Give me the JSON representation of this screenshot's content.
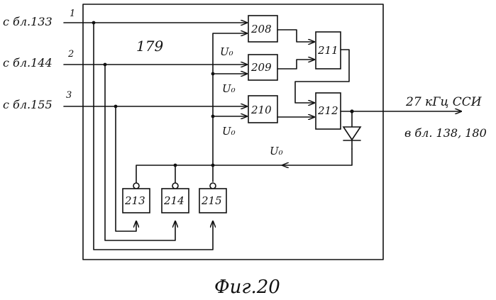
{
  "diagram": {
    "frame_label": "179",
    "caption": "Фиг.20",
    "inputs": [
      {
        "id": "in1",
        "label": "с бл.133",
        "number": "1"
      },
      {
        "id": "in2",
        "label": "с бл.144",
        "number": "2"
      },
      {
        "id": "in3",
        "label": "с бл.155",
        "number": "3"
      }
    ],
    "blocks": [
      {
        "id": "b208",
        "label": "208"
      },
      {
        "id": "b209",
        "label": "209"
      },
      {
        "id": "b210",
        "label": "210"
      },
      {
        "id": "b211",
        "label": "211"
      },
      {
        "id": "b212",
        "label": "212"
      },
      {
        "id": "b213",
        "label": "213"
      },
      {
        "id": "b214",
        "label": "214"
      },
      {
        "id": "b215",
        "label": "215"
      }
    ],
    "u0_labels": [
      "U₀",
      "U₀",
      "U₀",
      "U₀"
    ],
    "output": {
      "line1": "27 кГц ССИ",
      "line2": "в бл. 138, 180"
    }
  }
}
